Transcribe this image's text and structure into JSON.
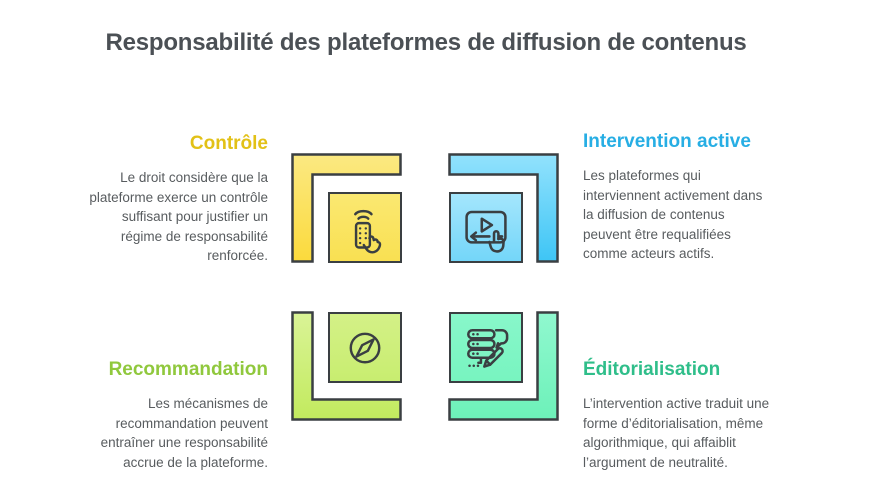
{
  "title": {
    "text": "Responsabilité des plateformes de diffusion de contenus",
    "color": "#4b5055"
  },
  "quadrants": {
    "controle": {
      "label": "Contrôle",
      "label_color": "#e2c117",
      "accent_color": "#f9df52",
      "icon": "remote-control-hand-icon",
      "body": "Le droit considère que la\nplateforme exerce un contrôle\nsuffisant pour justifier un\nrégime de responsabilité\nrenforcée."
    },
    "intervention": {
      "label": "Intervention active",
      "label_color": "#27aee4",
      "accent_color": "#55ccf6",
      "icon": "video-player-touch-icon",
      "body": "Les plateformes qui\ninterviennent activement dans\nla diffusion de contenus\npeuvent être requalifiées\ncomme acteurs actifs."
    },
    "recommandation": {
      "label": "Recommandation",
      "label_color": "#90c83d",
      "accent_color": "#cdee7b",
      "icon": "compass-icon",
      "body": "Les mécanismes de\nrecommandation peuvent\nentraîner une responsabilité\naccrue de la plateforme."
    },
    "editorialisation": {
      "label": "Éditorialisation",
      "label_color": "#2fbe8a",
      "accent_color": "#80f5c6",
      "icon": "server-edit-icon",
      "body": "L’intervention active traduit une\nforme d’éditorialisation, même\nalgorithmique, qui affaiblit\nl’argument de neutralité."
    }
  }
}
